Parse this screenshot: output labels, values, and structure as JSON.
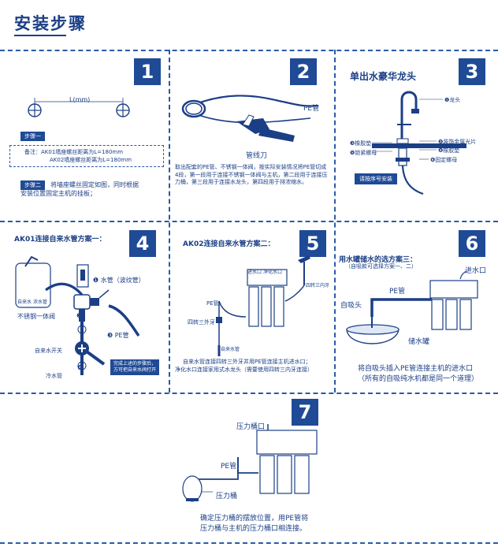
{
  "page_title": "安装步骤",
  "steps": {
    "s1": {
      "number": "1",
      "length_label": "L(mm)",
      "tag1": "步骤一",
      "memo_line1": "备注：AK01墙座螺丝距离为L=180mm",
      "memo_line2": "AK02墙座螺丝距离为L=180mm",
      "tag2": "步骤二",
      "text2": "将墙座螺丝固定如图，同时根据",
      "text3": "安装位置固定主机的挂板；"
    },
    "s2": {
      "number": "2",
      "pe_label": "PE管",
      "cutter_label": "管线刀",
      "desc": "取出配套的PE管、不锈钢一体阀，按实际安装情况将PE管切成4段，第一段用于连接不锈钢一体阀与主机，第二段用于连接压力桶，第三段用于连接水龙头，第四段用于排浓缩水。"
    },
    "s3": {
      "number": "3",
      "head": "单出水豪华龙头",
      "l1": "❶龙头",
      "l2": "❷装饰金属光片",
      "l3": "❸橡胶垫",
      "l4": "❹橡胶垫",
      "l5": "❺锁紧螺母",
      "l6": "❻固定螺母",
      "button": "请按序号安装"
    },
    "s4": {
      "number": "4",
      "head": "AK01连接自来水管方案一：",
      "tube_label": "❶ 水管（波纹管）",
      "valve_label": "不锈钢一体阀",
      "num2": "❷",
      "pe_label": "❸ PE管",
      "switch_label": "自来水开关",
      "cold_label": "冷水管",
      "num4": "❹",
      "note1": "完成上述的步骤后，",
      "note2": "方可把自来水阀打开",
      "sink1": "自来水",
      "sink2": "浓水管"
    },
    "s5": {
      "number": "5",
      "head": "AK02连接自来水管方案二：",
      "pe_label": "PE管",
      "tee_label": "四转三外牙",
      "tap_label": "自来水管",
      "tee2_label": "四转三内牙",
      "in_label": "进水口",
      "pure_label": "净化水口",
      "desc1": "自来水管连接四转三外牙并用PE管连接主机进水口；",
      "desc2": "净化水口连接家用式水龙头（需要使用四转三内牙连接）"
    },
    "s6": {
      "number": "6",
      "head": "用水罐储水的选方案三：",
      "sub": "（自吸款可选择方案一、二）",
      "in_label": "进水口",
      "pe_label": "PE管",
      "suction_label": "自吸头",
      "tank_label": "储水罐",
      "desc1": "将自吸头插入PE管连接主机的进水口",
      "desc2": "（所有的自吸纯水机都是同一个道理）"
    },
    "s7": {
      "number": "7",
      "port_label": "压力桶口",
      "pe_label": "PE管",
      "tank_label": "压力桶",
      "desc1": "确定压力桶的摆放位置，用PE管将",
      "desc2": "压力桶与主机的压力桶口相连接。"
    }
  },
  "colors": {
    "brand": "#1f4a96",
    "text": "#1b3f86",
    "dash": "#2a5aa8"
  }
}
